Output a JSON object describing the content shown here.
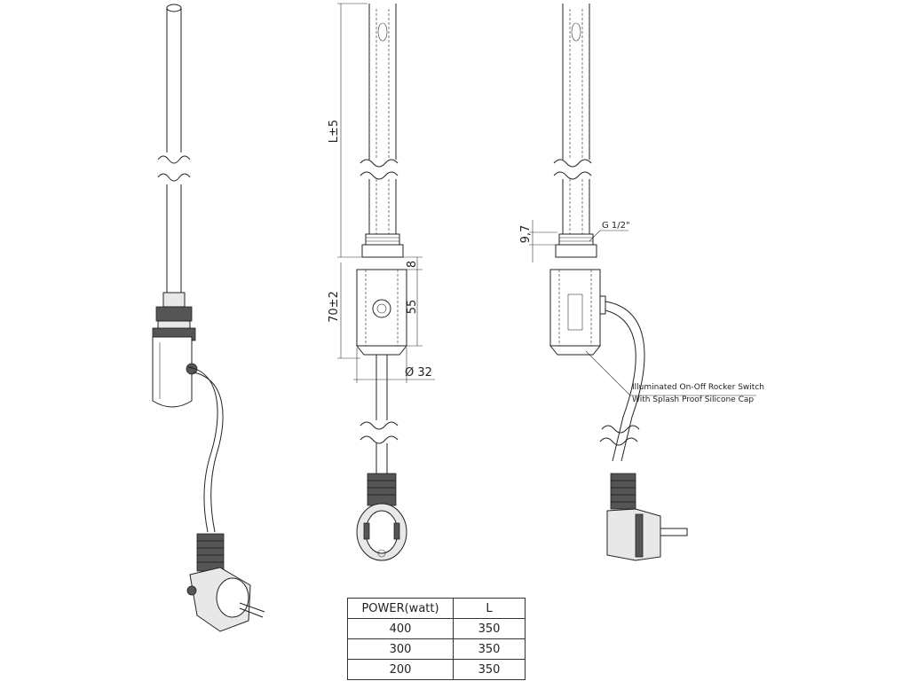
{
  "dimensions": {
    "length": "L±5",
    "body_height": "70±2",
    "nut_height": "8",
    "switch_height": "55",
    "diameter": "Ø 32",
    "thread_height": "9,7",
    "thread": "G 1/2\""
  },
  "callout": {
    "line1": "Illuminated On-Off Rocker Switch",
    "line2": "With Splash Proof Silicone Cap"
  },
  "table": {
    "headers": [
      "POWER(watt)",
      "L"
    ],
    "rows": [
      [
        "400",
        "350"
      ],
      [
        "300",
        "350"
      ],
      [
        "200",
        "350"
      ]
    ]
  }
}
